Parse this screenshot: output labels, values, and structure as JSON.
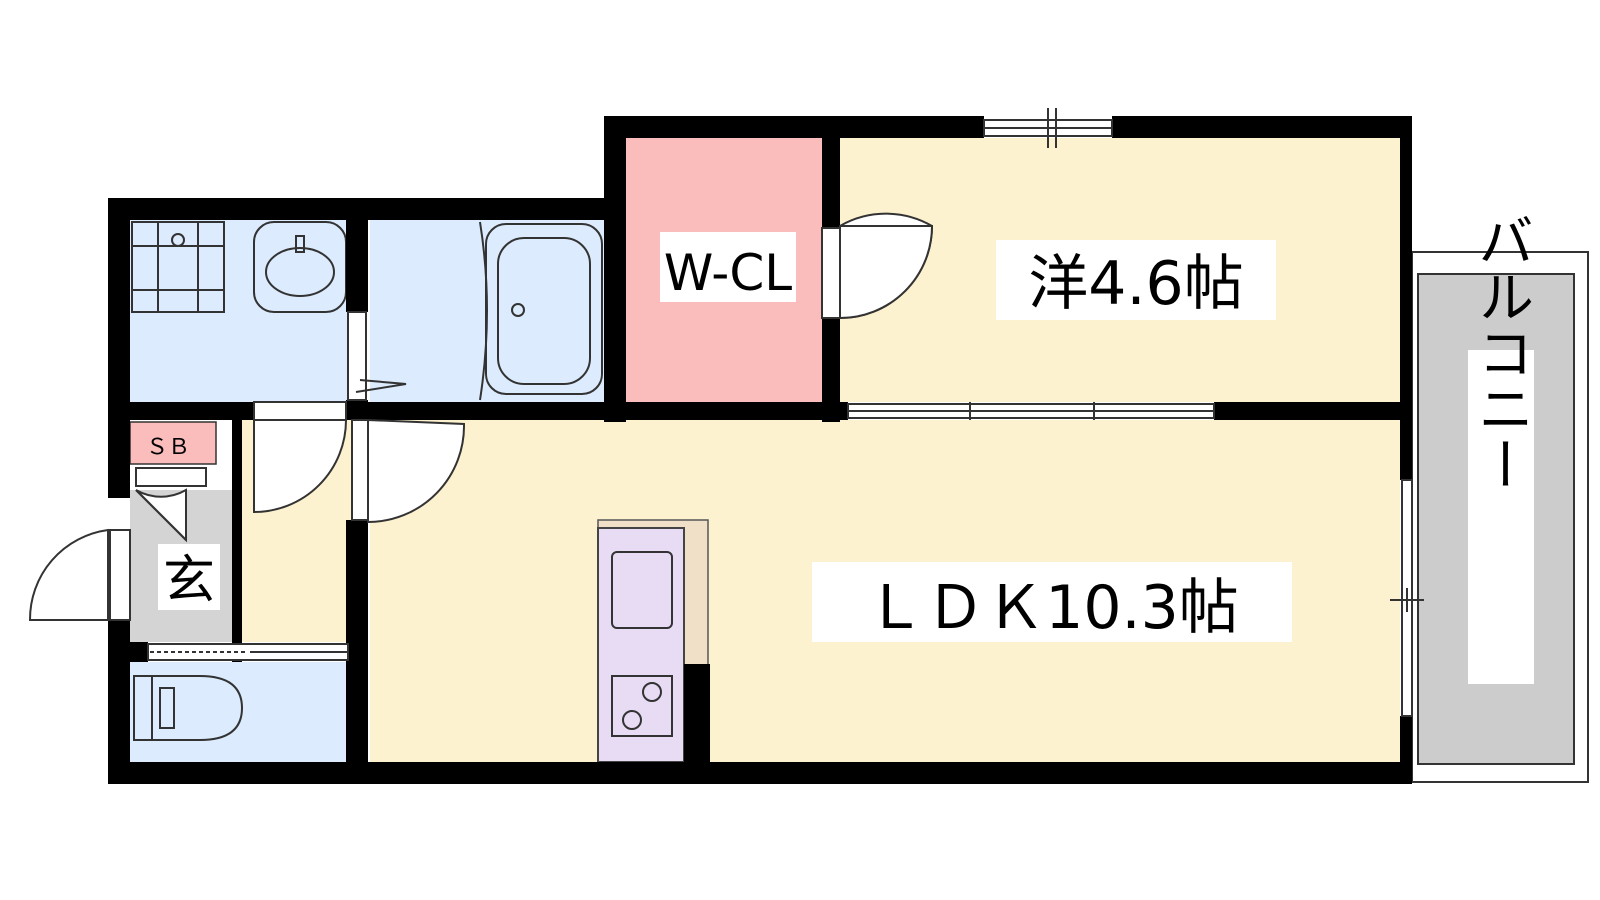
{
  "rooms": {
    "western": {
      "label": "洋4.6帖",
      "color": "#fdf2d0"
    },
    "ldk": {
      "label": "ＬＤＫ10.3帖",
      "color": "#fdf2d0"
    },
    "closet": {
      "label": "W-CL",
      "color": "#fbbcbc"
    },
    "balcony": {
      "label": "バルコニー",
      "color": "#cccccc"
    },
    "entrance": {
      "label": "玄",
      "color": "#d4d4d4"
    },
    "shoe_box": {
      "label": "ＳＢ",
      "color": "#fbbcbc"
    },
    "wet_area_color": "#dcebfd",
    "kitchen_color": "#e8dcf5"
  },
  "fixtures": [
    "washing-machine-icon",
    "washbasin-icon",
    "bathtub-icon",
    "toilet-icon",
    "kitchen-sink-icon",
    "stove-icon"
  ],
  "colors": {
    "wall": "#000000",
    "line": "#333333"
  }
}
